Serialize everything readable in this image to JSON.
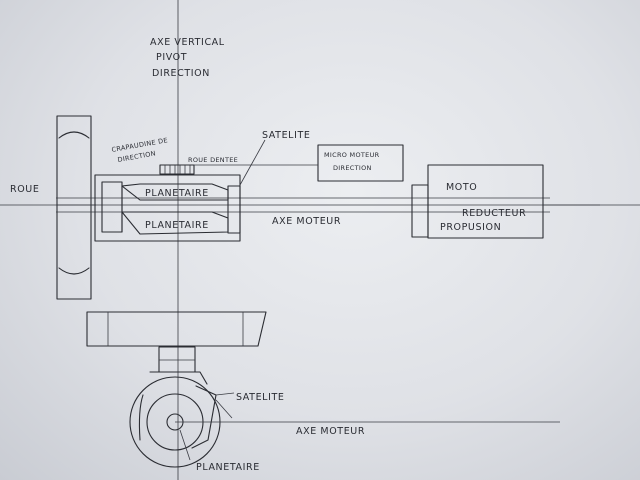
{
  "labels": {
    "axe_vertical": "AXE VERTICAL",
    "pivot": "PIVOT",
    "direction": "DIRECTION",
    "roue": "ROUE",
    "crapaudine_1": "CRAPAUDINE DE",
    "crapaudine_2": "DIRECTION",
    "roue_dentee": "ROUE DENTEE",
    "satelite_top": "SATELITE",
    "micro_moteur_1": "MICRO MOTEUR",
    "micro_moteur_2": "DIRECTION",
    "planetaire_upper": "PLANETAIRE",
    "planetaire_lower": "PLANETAIRE",
    "axe_moteur_top": "AXE MOTEUR",
    "moto": "MOTO",
    "reducteur": "REDUCTEUR",
    "propulsion": "PROPUSION",
    "satelite_bottom": "SATELITE",
    "axe_moteur_bottom": "AXE MOTEUR",
    "planetaire_bottom": "PLANETAIRE"
  },
  "colors": {
    "paper": "#e6e8ec",
    "ink": "#2b2d33"
  }
}
